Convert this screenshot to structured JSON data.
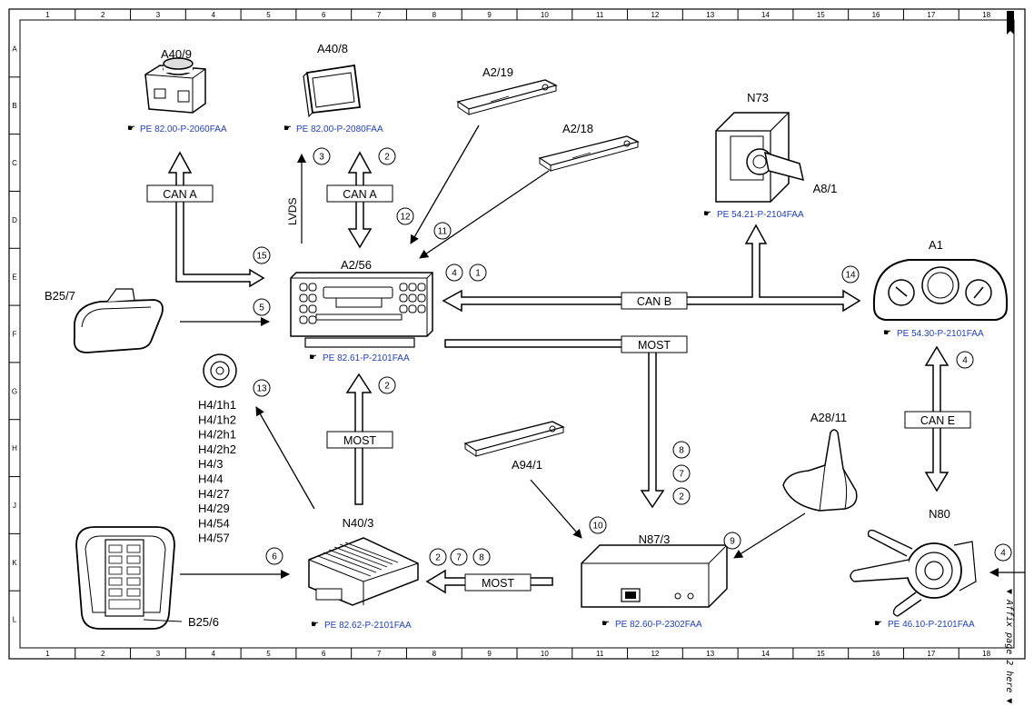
{
  "grid": {
    "columns": [
      "1",
      "2",
      "3",
      "4",
      "5",
      "6",
      "7",
      "8",
      "9",
      "10",
      "11",
      "12",
      "13",
      "14",
      "15",
      "16",
      "17",
      "18"
    ],
    "rows": [
      "A",
      "B",
      "C",
      "D",
      "E",
      "F",
      "G",
      "H",
      "J",
      "K",
      "L"
    ]
  },
  "components": {
    "a40_9": "A40/9",
    "a40_8": "A40/8",
    "a2_19": "A2/19",
    "a2_18": "A2/18",
    "n73": "N73",
    "a8_1": "A8/1",
    "a1": "A1",
    "a2_56": "A2/56",
    "b25_7": "B25/7",
    "a28_11": "A28/11",
    "a94_1": "A94/1",
    "n87_3": "N87/3",
    "n80": "N80",
    "n40_3": "N40/3",
    "b25_6": "B25/6"
  },
  "speakers": [
    "H4/1h1",
    "H4/1h2",
    "H4/2h1",
    "H4/2h2",
    "H4/3",
    "H4/4",
    "H4/27",
    "H4/29",
    "H4/54",
    "H4/57"
  ],
  "refs": {
    "a40_9": "PE 82.00-P-2060FAA",
    "a40_8": "PE 82.00-P-2080FAA",
    "n73": "PE 54.21-P-2104FAA",
    "a1": "PE 54.30-P-2101FAA",
    "a2_56": "PE 82.61-P-2101FAA",
    "n40_3": "PE 82.62-P-2101FAA",
    "n87_3": "PE 82.60-P-2302FAA",
    "n80": "PE 46.10-P-2101FAA"
  },
  "buses": {
    "can_a_left": "CAN A",
    "can_a_right": "CAN A",
    "lvds": "LVDS",
    "can_b": "CAN B",
    "most_right": "MOST",
    "can_e": "CAN E",
    "most_center": "MOST",
    "most_bottom": "MOST"
  },
  "callouts": [
    "15",
    "5",
    "3",
    "2",
    "12",
    "11",
    "4",
    "1",
    "14",
    "2",
    "13",
    "8",
    "7",
    "2",
    "4",
    "10",
    "9",
    "6",
    "2",
    "7",
    "8",
    "4"
  ],
  "affix": "▼ Affix page 2 here ▼"
}
